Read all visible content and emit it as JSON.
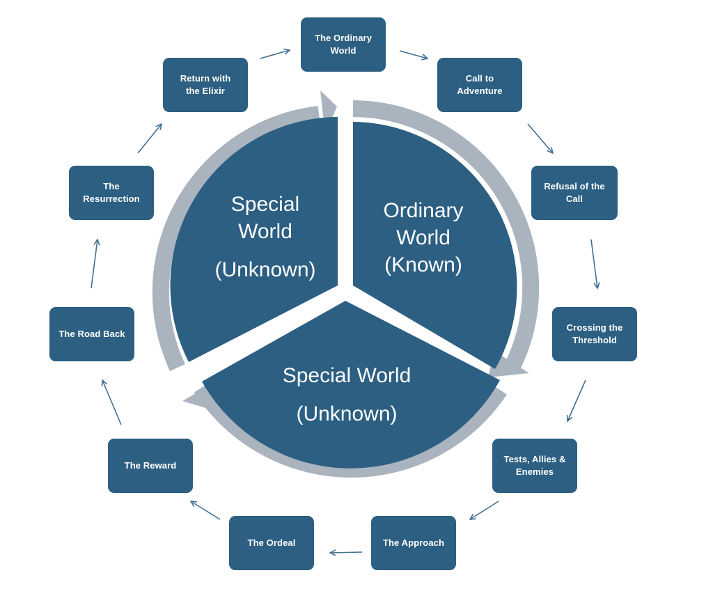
{
  "stages": [
    {
      "label": "The Ordinary\nWorld"
    },
    {
      "label": "Call to\nAdventure"
    },
    {
      "label": "Refusal of the\nCall"
    },
    {
      "label": "Crossing the\nThreshold"
    },
    {
      "label": "Tests, Allies &\nEnemies"
    },
    {
      "label": "The Approach"
    },
    {
      "label": "The Ordeal"
    },
    {
      "label": "The Reward"
    },
    {
      "label": "The Road Back"
    },
    {
      "label": "The\nResurrection"
    },
    {
      "label": "Return with\nthe Elixir"
    }
  ],
  "sectors": {
    "ordinary": {
      "title": "Ordinary\nWorld",
      "subtitle": "(Known)"
    },
    "special_bottom": {
      "title": "Special World",
      "subtitle": "(Unknown)"
    },
    "special_left": {
      "title": "Special\nWorld",
      "subtitle": "(Unknown)"
    }
  },
  "colors": {
    "box": "#2c5f82",
    "sector": "#2c5f82",
    "ring": "#aab4bf",
    "arrow": "#3f6f93"
  }
}
